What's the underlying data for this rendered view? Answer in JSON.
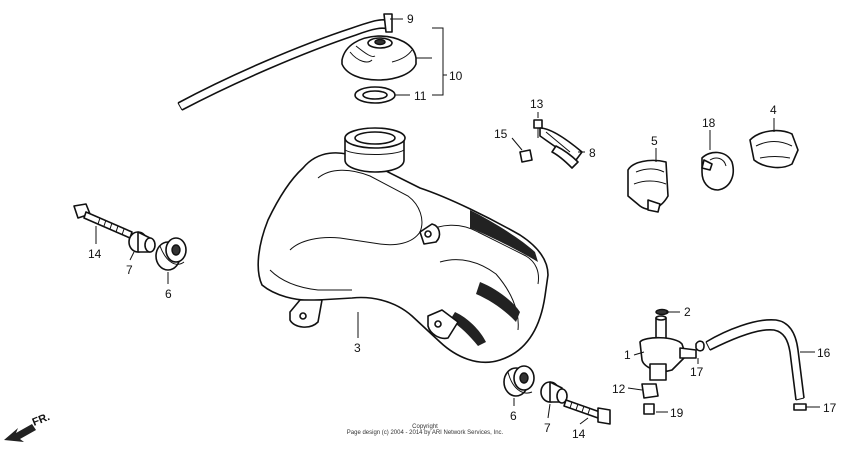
{
  "callouts": {
    "c1": "1",
    "c2": "2",
    "c3": "3",
    "c4": "4",
    "c5": "5",
    "c6a": "6",
    "c6b": "6",
    "c7a": "7",
    "c7b": "7",
    "c8": "8",
    "c9": "9",
    "c10": "10",
    "c11": "11",
    "c12": "12",
    "c13": "13",
    "c14a": "14",
    "c14b": "14",
    "c15": "15",
    "c16": "16",
    "c17a": "17",
    "c17b": "17",
    "c18": "18",
    "c19": "19"
  },
  "direction_label": "FR.",
  "copyright": {
    "line1": "Copyright",
    "line2": "Page design (c) 2004 - 2014 by ARI Network Services, Inc."
  }
}
